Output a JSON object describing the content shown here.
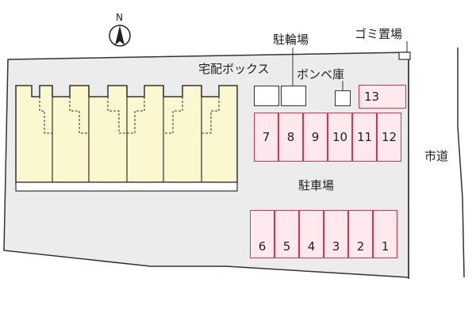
{
  "north_label": "N",
  "labels": {
    "bicycle_parking": "駐輪場",
    "garbage": "ゴミ置場",
    "delivery_box": "宅配ボックス",
    "gas_cylinder": "ボンベ庫",
    "parking": "駐車場",
    "city_road": "市道"
  },
  "parking_spaces_top": [
    "7",
    "8",
    "9",
    "10",
    "11",
    "12"
  ],
  "parking_space_13": "13",
  "parking_spaces_bottom": [
    "6",
    "5",
    "4",
    "3",
    "2",
    "1"
  ],
  "colors": {
    "site_fill": "#ececec",
    "building_fill": "#fbf8cf",
    "parking_border": "#e0304a",
    "parking_fill": "#ffe9ee"
  }
}
